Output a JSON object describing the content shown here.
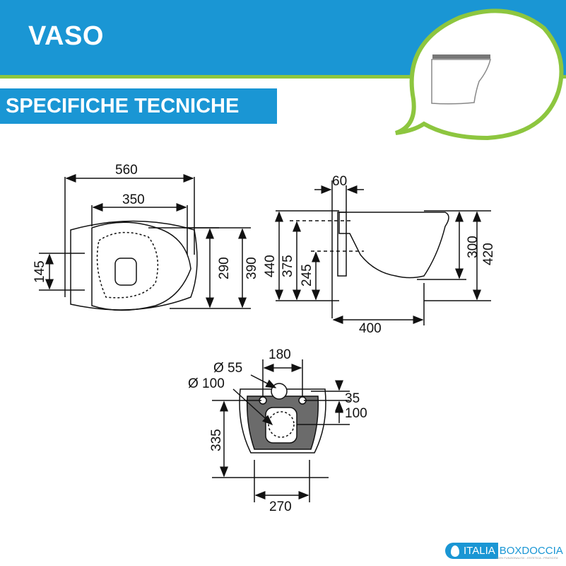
{
  "header": {
    "title": "VASO",
    "subtitle": "SPECIFICHE TECNICHE"
  },
  "top_view": {
    "width_total": "560",
    "width_seat": "350",
    "fixing_spacing": "145",
    "depth_inner": "290",
    "depth_total": "390"
  },
  "side_view": {
    "wall_offset": "60",
    "height_total": "440",
    "height_upper": "375",
    "height_lower": "245",
    "height_rim": "300",
    "height_right": "420",
    "projection": "400"
  },
  "rear_view": {
    "inlet_diameter": "Ø 55",
    "fix_spacing": "180",
    "outlet_diameter": "Ø 100",
    "inlet_offset": "35",
    "outlet_offset": "100",
    "outlet_height": "335",
    "base_width": "270"
  },
  "logo": {
    "italia": "ITALIA",
    "box": "BOXDOCCIA",
    "tagline": "100% FUNZIONALITA' - ESTETICA - PRATICITA'"
  },
  "colors": {
    "blue": "#1a96d4",
    "green": "#8dc63f"
  }
}
